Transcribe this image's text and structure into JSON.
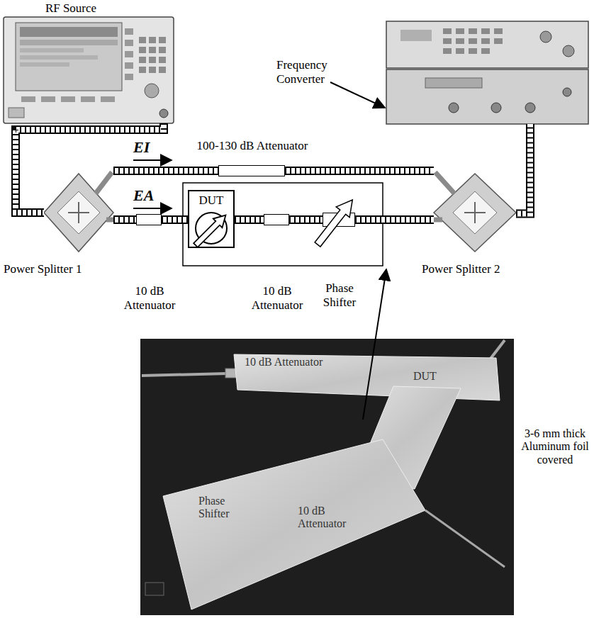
{
  "diagram": {
    "nodes": [
      {
        "text": [
          "RF Source"
        ]
      },
      {
        "text": [
          "Frequency Converter"
        ]
      },
      {
        "text": [
          "Power Splitter 1"
        ]
      },
      {
        "text": [
          "Power Splitter 2"
        ]
      },
      {
        "text": [
          "100-130 dB Attenuator"
        ]
      },
      {
        "text": [
          "10 dB Attenuator"
        ]
      },
      {
        "text": [
          "DUT"
        ]
      },
      {
        "text": [
          "10 dB Attenuator"
        ]
      },
      {
        "text": [
          "Phase Shifter"
        ]
      }
    ],
    "edges": [
      {
        "from": 0,
        "to": 2,
        "arrow": "none"
      },
      {
        "from": 2,
        "to": 4,
        "arrow": "none"
      },
      {
        "from": 4,
        "to": 3,
        "arrow": "none"
      },
      {
        "from": 3,
        "to": 1,
        "arrow": "none"
      },
      {
        "from": 2,
        "to": 5,
        "arrow": "none"
      },
      {
        "from": 5,
        "to": 6,
        "arrow": "none"
      },
      {
        "from": 6,
        "to": 7,
        "arrow": "none"
      },
      {
        "from": 7,
        "to": 8,
        "arrow": "none"
      },
      {
        "from": 8,
        "to": 3,
        "arrow": "none"
      }
    ],
    "labels": [
      "EI",
      "EA",
      "10 dB Attenuator",
      "DUT",
      "Phase Shifter",
      "10 dB Attenuator",
      "3-6 mm thick Aluminum foil covered"
    ]
  }
}
